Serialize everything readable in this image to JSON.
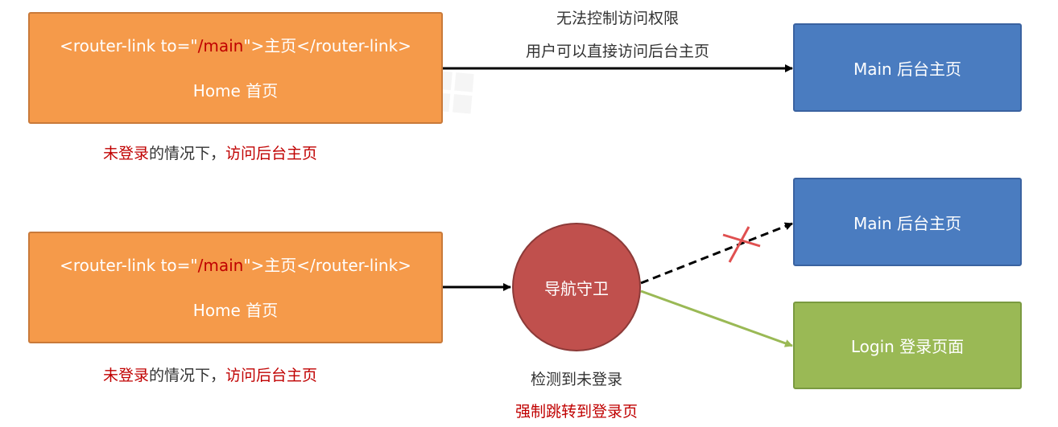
{
  "top": {
    "source_box": {
      "line1_prefix": "<router-link to=\"",
      "line1_path": "/main",
      "line1_suffix": "\">主页</router-link>",
      "line2": "Home 首页"
    },
    "caption": {
      "part1": "未登录",
      "part2": "的情况下，",
      "part3": "访问后台主页"
    },
    "arrow_label_1": "无法控制访问权限",
    "arrow_label_2": "用户可以直接访问后台主页",
    "target_box": "Main 后台主页"
  },
  "bottom": {
    "source_box": {
      "line1_prefix": "<router-link to=\"",
      "line1_path": "/main",
      "line1_suffix": "\">主页</router-link>",
      "line2": "Home 首页"
    },
    "caption": {
      "part1": "未登录",
      "part2": "的情况下，",
      "part3": "访问后台主页"
    },
    "guard": "导航守卫",
    "guard_caption_1": "检测到未登录",
    "guard_caption_2": "强制跳转到登录页",
    "blocked_box": "Main 后台主页",
    "login_box": "Login 登录页面"
  },
  "colors": {
    "orange": "#f59a4a",
    "blue": "#4a7cc0",
    "green": "#9ab955",
    "guard_red": "#c0504d",
    "accent_red": "#c00000"
  }
}
